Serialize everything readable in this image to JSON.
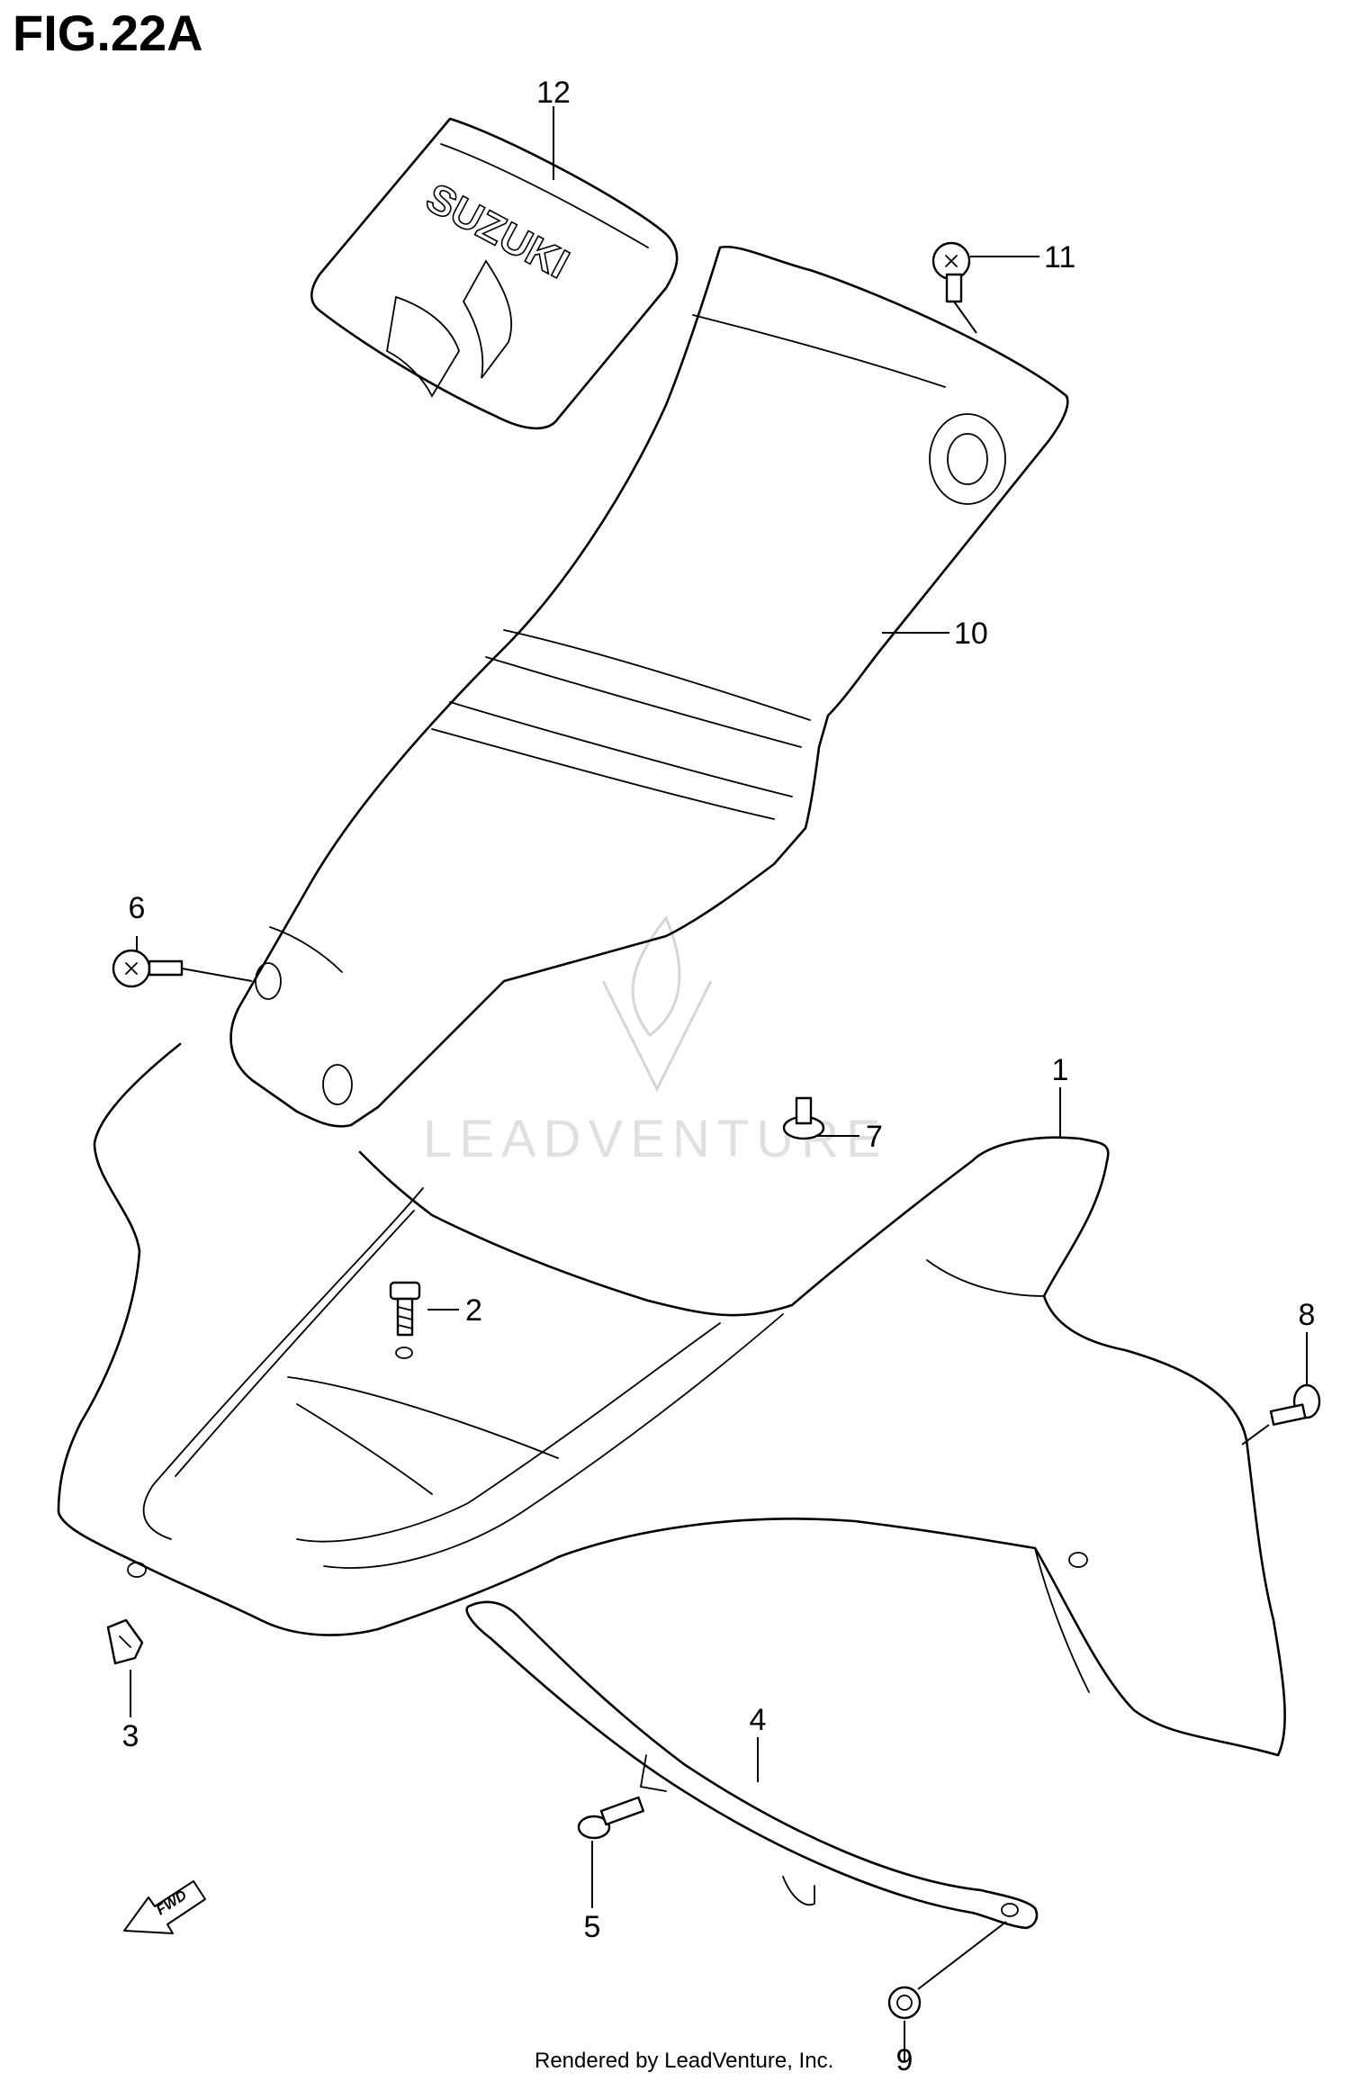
{
  "figure": {
    "title": "FIG.22A",
    "footer": "Rendered by LeadVenture, Inc.",
    "watermark": "LEADVENTURE",
    "decal_text": "SUZUKI",
    "fwd_label": "FWD"
  },
  "callouts": [
    {
      "id": "1",
      "label": "1"
    },
    {
      "id": "2",
      "label": "2"
    },
    {
      "id": "3",
      "label": "3"
    },
    {
      "id": "4",
      "label": "4"
    },
    {
      "id": "5",
      "label": "5"
    },
    {
      "id": "6",
      "label": "6"
    },
    {
      "id": "7",
      "label": "7"
    },
    {
      "id": "8",
      "label": "8"
    },
    {
      "id": "9",
      "label": "9"
    },
    {
      "id": "10",
      "label": "10"
    },
    {
      "id": "11",
      "label": "11"
    },
    {
      "id": "12",
      "label": "12"
    }
  ]
}
